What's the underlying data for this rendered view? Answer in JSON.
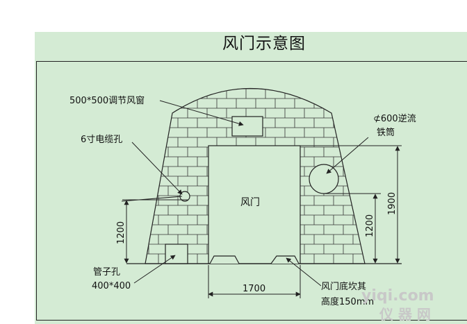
{
  "title": "风门示意图",
  "labels": {
    "window": "500*500调节风窗",
    "cable_hole": "6寸电缆孔",
    "pipe": "⊄600逆流",
    "pipe_line2": "铁筒",
    "door": "风门",
    "pipe_hole": "管子孔",
    "pipe_hole_size": "400*400",
    "sill": "风门底坎其",
    "sill_height": "高度150mm"
  },
  "dimensions": {
    "width_1700": "1700",
    "left_1200": "1200",
    "right_1200": "1200",
    "right_1900": "1900"
  },
  "watermark": {
    "line1": "yiqi.com",
    "line2": "仪 器 网"
  },
  "colors": {
    "background": "#d4ebd4",
    "line": "#222222"
  }
}
